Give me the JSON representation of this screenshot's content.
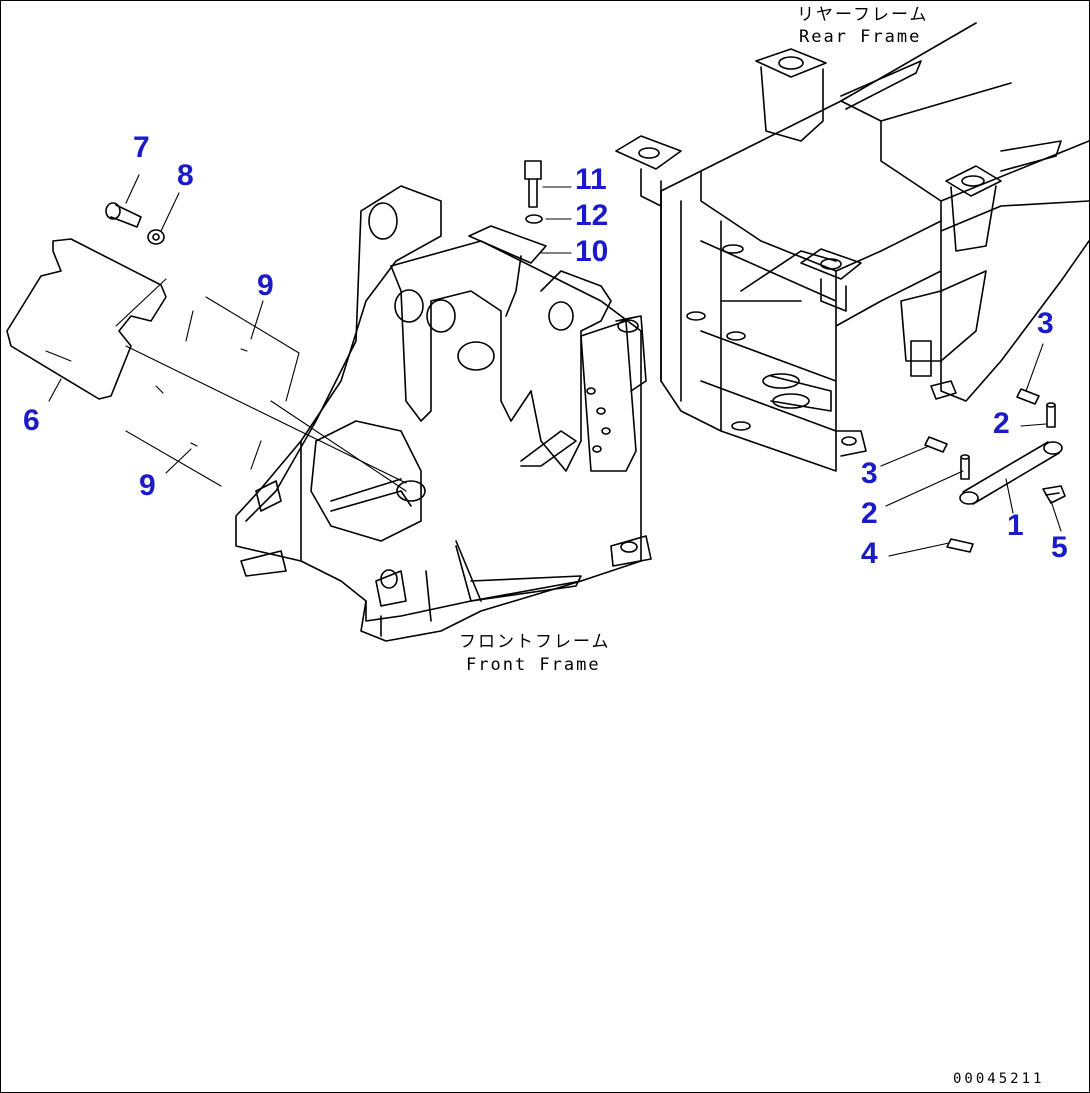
{
  "colors": {
    "line": "#000000",
    "callout": "#1a1ac8",
    "background": "#ffffff"
  },
  "captions": {
    "rear_frame_jp": "リヤーフレーム",
    "rear_frame_en": "Rear Frame",
    "front_frame_jp": "フロントフレーム",
    "front_frame_en": "Front Frame"
  },
  "drawing_code": "00045211",
  "callouts": [
    {
      "id": "c7",
      "text": "7"
    },
    {
      "id": "c8",
      "text": "8"
    },
    {
      "id": "c11",
      "text": "11"
    },
    {
      "id": "c12",
      "text": "12"
    },
    {
      "id": "c10",
      "text": "10"
    },
    {
      "id": "c9a",
      "text": "9"
    },
    {
      "id": "c6",
      "text": "6"
    },
    {
      "id": "c9b",
      "text": "9"
    },
    {
      "id": "c3a",
      "text": "3"
    },
    {
      "id": "c2a",
      "text": "2"
    },
    {
      "id": "c3b",
      "text": "3"
    },
    {
      "id": "c2b",
      "text": "2"
    },
    {
      "id": "c1",
      "text": "1"
    },
    {
      "id": "c5",
      "text": "5"
    },
    {
      "id": "c4",
      "text": "4"
    }
  ]
}
